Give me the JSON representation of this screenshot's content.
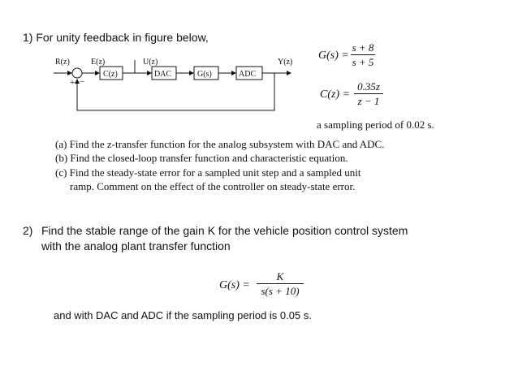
{
  "problem1": {
    "number": "1)",
    "heading": "For unity feedback in figure below,",
    "G_lhs": "G(s) =",
    "G_num": "s + 8",
    "G_den": "s + 5",
    "C_lhs": "C(z) =",
    "C_num": "0.35z",
    "C_den": "z − 1",
    "sampling": "a sampling period of 0.02 s.",
    "parts": [
      "(a)  Find the z-transfer function for the analog subsystem with DAC and ADC.",
      "(b)  Find the closed-loop transfer function and characteristic equation.",
      "(c)  Find the steady-state error for a sampled unit step and a sampled unit",
      "ramp. Comment on the effect of the controller on steady-state error."
    ]
  },
  "diagram": {
    "R": "R(z)",
    "E": "E(z)",
    "U": "U(z)",
    "Y": "Y(z)",
    "plus": "+",
    "minus": "−",
    "blocks": [
      "C(z)",
      "DAC",
      "G(s)",
      "ADC"
    ]
  },
  "problem2": {
    "number": "2)",
    "line1": "Find the stable range of the gain K for the vehicle position control system",
    "line2": "with the analog plant transfer function",
    "G_lhs": "G(s) =",
    "G_num": "K",
    "G_den": "s(s + 10)",
    "footer": "and with DAC and ADC if the sampling period is 0.05 s."
  }
}
